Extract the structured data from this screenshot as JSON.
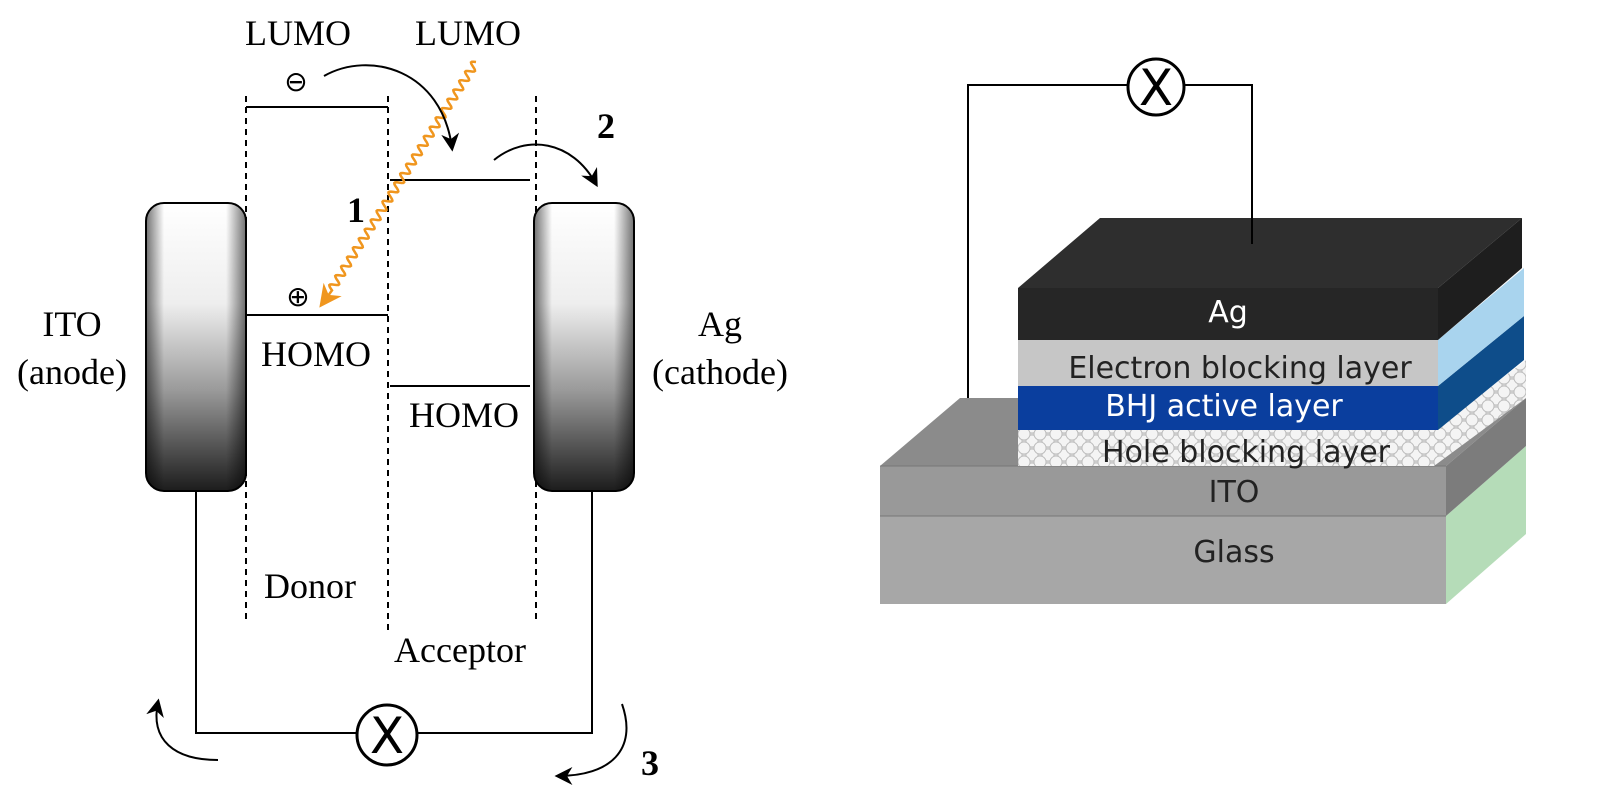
{
  "left_diagram": {
    "lumo_donor_label": "LUMO",
    "lumo_acceptor_label": "LUMO",
    "homo_donor_label": "HOMO",
    "homo_acceptor_label": "HOMO",
    "electron_symbol": "⊖",
    "hole_symbol": "⊕",
    "anode_label_line1": "ITO",
    "anode_label_line2": "(anode)",
    "cathode_label_line1": "Ag",
    "cathode_label_line2": "(cathode)",
    "donor_label": "Donor",
    "acceptor_label": "Acceptor",
    "step_1": "1",
    "step_2": "2",
    "step_3": "3",
    "meter_symbol": "X"
  },
  "right_diagram": {
    "meter_symbol": "X",
    "layers": {
      "ag": "Ag",
      "electron_blocking": "Electron blocking layer",
      "bhj_active": "BHJ active layer",
      "hole_blocking": "Hole blocking layer",
      "ito": "ITO",
      "glass": "Glass"
    }
  },
  "colors": {
    "photon": "#f0961e",
    "bhj_blue": "#0a3e9e",
    "ag_dark": "#2b2b2b",
    "glass_side": "#b5dcb8",
    "ebl_side": "#a9d4ee"
  }
}
